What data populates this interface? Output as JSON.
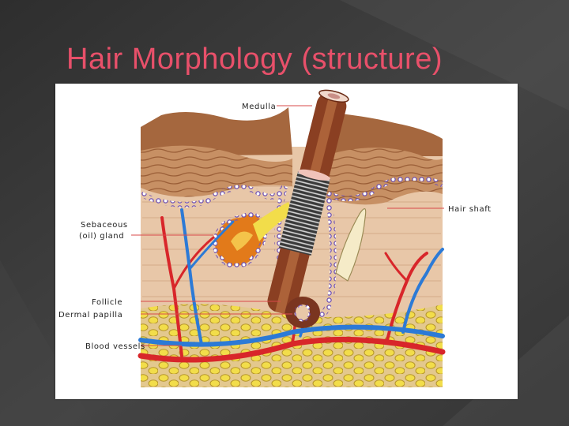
{
  "slide": {
    "title": "Hair Morphology (structure)",
    "colors": {
      "background": "#3c3c3c",
      "title": "#e8506a",
      "blood_artery": "#d8262a",
      "blood_vein": "#2c7ad6",
      "fat": "#f2dd4a",
      "epidermis": "#a5673e",
      "dermis": "#e8c7a8",
      "hair": "#8a3f22"
    }
  },
  "diagram": {
    "labels": {
      "medulla": "Medulla",
      "hair_shaft": "Hair shaft",
      "sebaceous_line1": "Sebaceous",
      "sebaceous_line2": "(oil) gland",
      "follicle": "Follicle",
      "dermal_papilla": "Dermal papilla",
      "blood_vessels": "Blood vessels"
    }
  }
}
